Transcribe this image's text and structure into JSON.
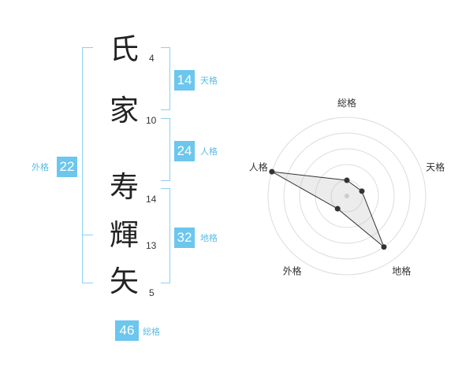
{
  "characters": [
    {
      "char": "氏",
      "strokes": "4"
    },
    {
      "char": "家",
      "strokes": "10"
    },
    {
      "char": "寿",
      "strokes": "14"
    },
    {
      "char": "輝",
      "strokes": "13"
    },
    {
      "char": "矢",
      "strokes": "5"
    }
  ],
  "fortunes": {
    "tenkaku": {
      "value": "14",
      "label": "天格"
    },
    "jinkaku": {
      "value": "24",
      "label": "人格"
    },
    "chikaku": {
      "value": "32",
      "label": "地格"
    },
    "gaikaku": {
      "value": "22",
      "label": "外格"
    },
    "soukaku": {
      "value": "46",
      "label": "総格"
    }
  },
  "chart_data": {
    "type": "radar",
    "axes": [
      "総格",
      "天格",
      "地格",
      "外格",
      "人格"
    ],
    "values": [
      1,
      1,
      4,
      1,
      5
    ],
    "rmax": 5
  },
  "colors": {
    "accent": "#6cc6ee",
    "bracket": "#8ad0f0",
    "label": "#5bbce4"
  }
}
